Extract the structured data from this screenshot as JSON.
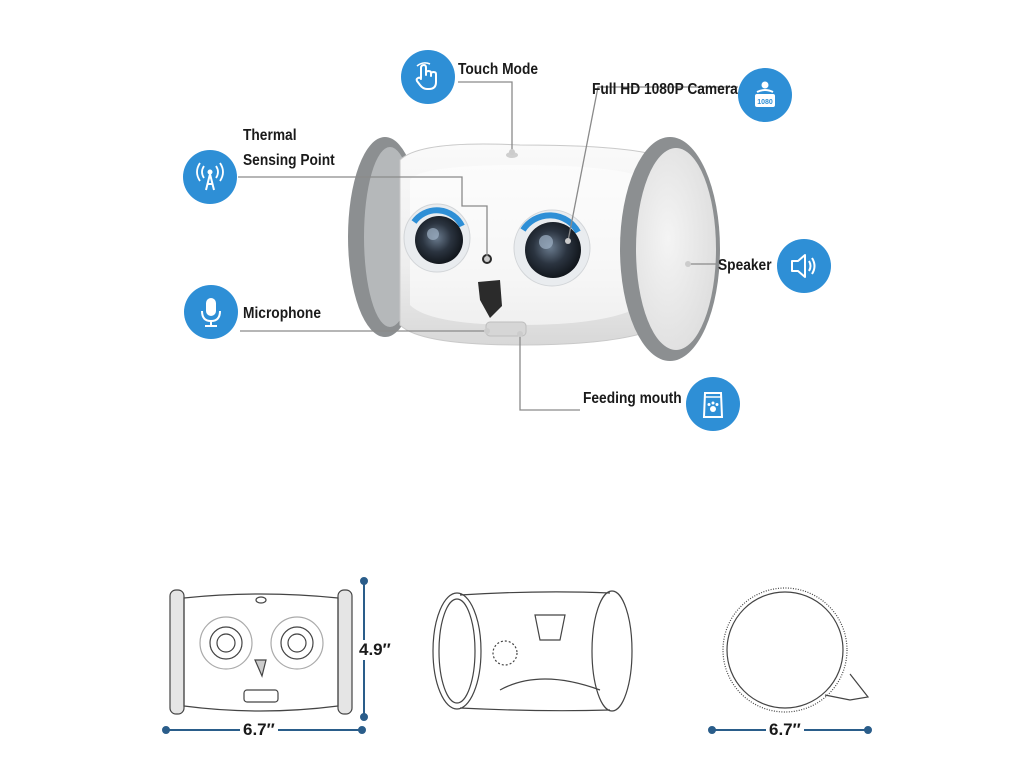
{
  "features": {
    "touch_mode": {
      "label": "Touch Mode",
      "icon": "touch-hand-icon"
    },
    "camera": {
      "label": "Full HD 1080P Camera",
      "icon": "camera-1080-icon",
      "icon_text": "1080"
    },
    "thermal": {
      "label_line1": "Thermal",
      "label_line2": "Sensing Point",
      "icon": "antenna-icon"
    },
    "microphone": {
      "label": "Microphone",
      "icon": "microphone-icon"
    },
    "speaker": {
      "label": "Speaker",
      "icon": "speaker-icon"
    },
    "feeding": {
      "label": "Feeding mouth",
      "icon": "treat-bag-icon"
    }
  },
  "dimensions": {
    "front_height": "4.9″",
    "front_width": "6.7″",
    "side_width": "6.7″"
  },
  "colors": {
    "accent": "#2e8fd6",
    "wheel": "#8c8f91",
    "body": "#f2f2f2",
    "line": "#8a8a8a"
  }
}
